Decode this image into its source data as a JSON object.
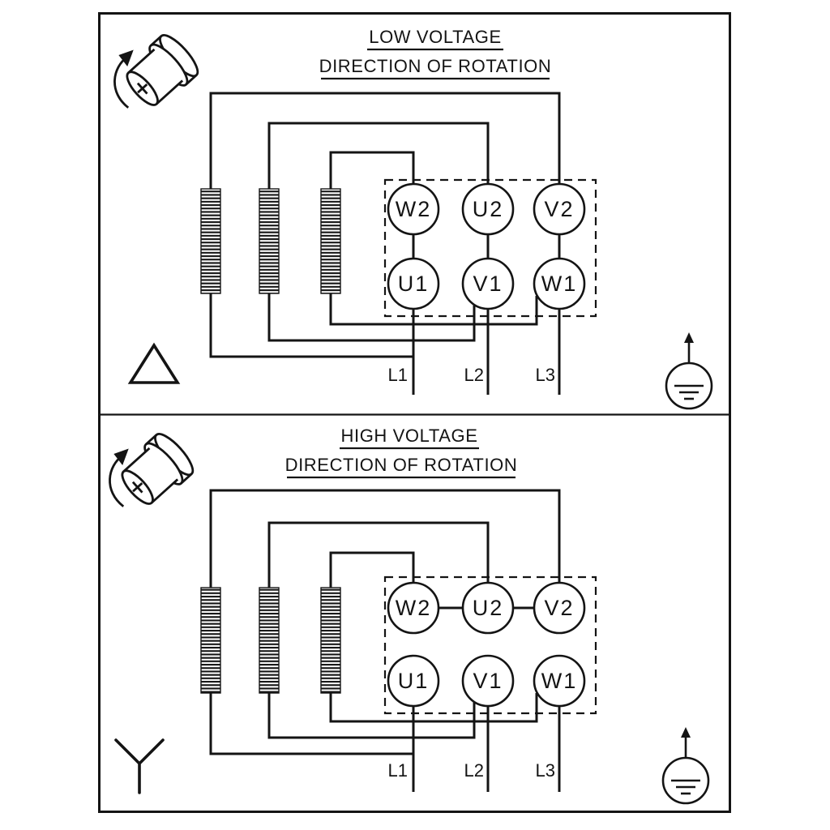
{
  "colors": {
    "ink": "#141414",
    "background": "#ffffff"
  },
  "icons": {
    "shaft_rotation_symbol": "↻",
    "delta_connection_symbol": "△",
    "star_connection_symbol": "⅄",
    "earth_ground_symbol": "⏚"
  },
  "sections": {
    "low": {
      "title": "LOW VOLTAGE",
      "subtitle": "DIRECTION OF ROTATION",
      "connection": "delta",
      "terminals_top": [
        "W2",
        "U2",
        "V2"
      ],
      "terminals_bottom": [
        "U1",
        "V1",
        "W1"
      ],
      "supply_lines": [
        "L1",
        "L2",
        "L3"
      ]
    },
    "high": {
      "title": "HIGH VOLTAGE",
      "subtitle": "DIRECTION OF ROTATION",
      "connection": "star",
      "terminals_top": [
        "W2",
        "U2",
        "V2"
      ],
      "terminals_bottom": [
        "U1",
        "V1",
        "W1"
      ],
      "supply_lines": [
        "L1",
        "L2",
        "L3"
      ]
    }
  }
}
